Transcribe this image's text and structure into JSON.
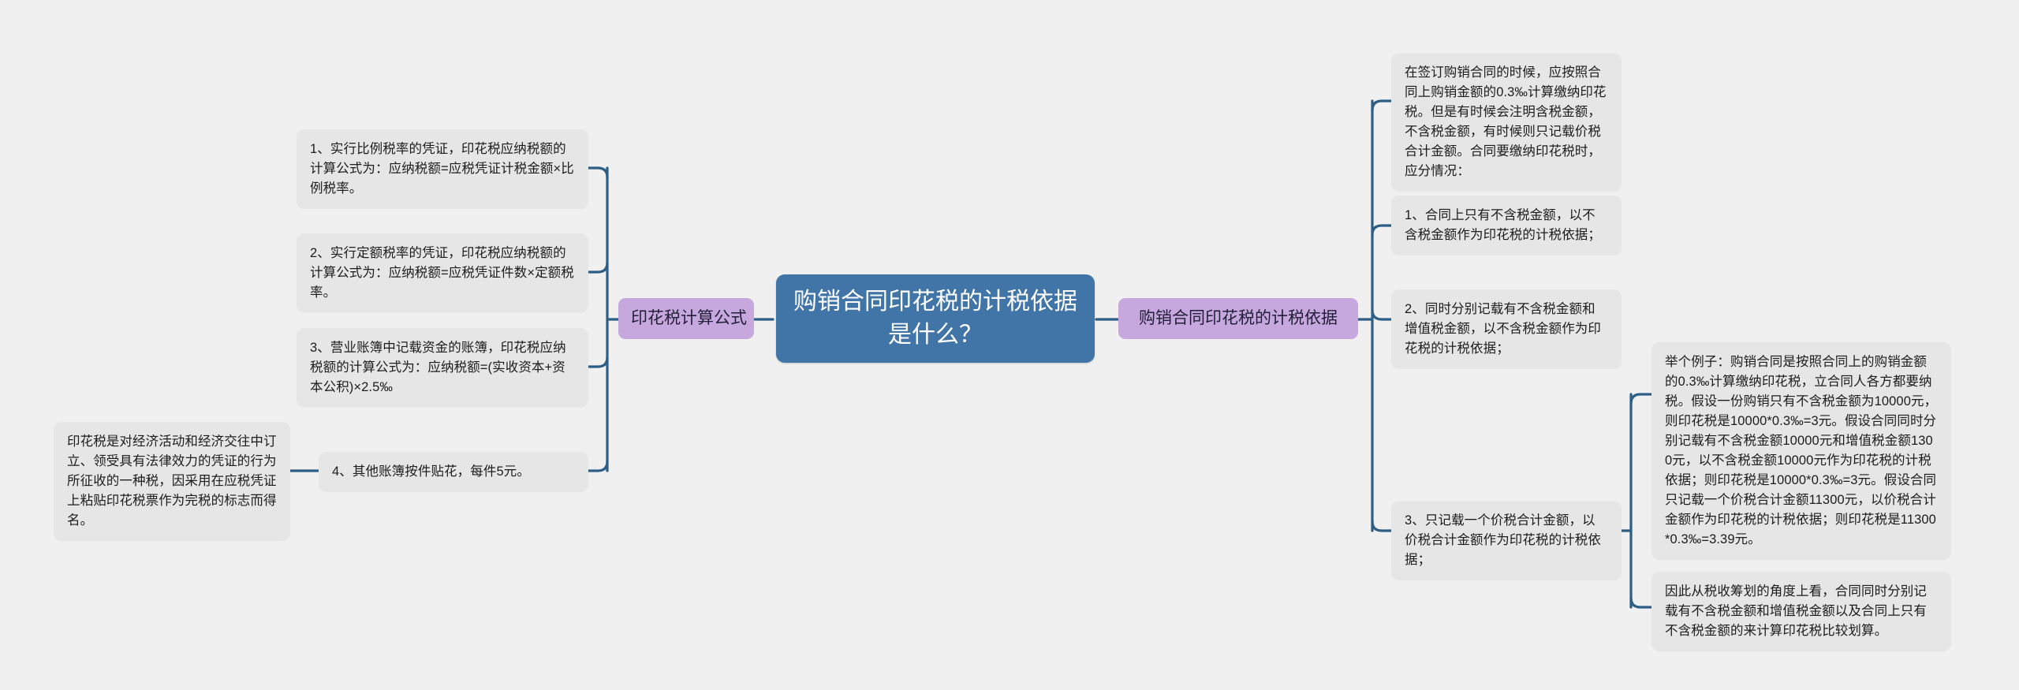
{
  "theme": {
    "background": "#f0f0f0",
    "root_fill": "#4275a7",
    "root_text": "#ffffff",
    "branch_fill": "#c6a8de",
    "branch_text": "#23203a",
    "leaf_fill": "#e6e6e6",
    "leaf_text": "#1c1c1c",
    "connector": "#2d5e86"
  },
  "root": {
    "label": "购销合同印花税的计税依据是什么？"
  },
  "branches": {
    "left": {
      "label": "印花税计算公式"
    },
    "right": {
      "label": "购销合同印花税的计税依据"
    }
  },
  "left_leaves": [
    {
      "id": "formula-1",
      "text": "1、实行比例税率的凭证，印花税应纳税额的计算公式为：应纳税额=应税凭证计税金额×比例税率。"
    },
    {
      "id": "formula-2",
      "text": "2、实行定额税率的凭证，印花税应纳税额的计算公式为：应纳税额=应税凭证件数×定额税率。"
    },
    {
      "id": "formula-3",
      "text": "3、营业账簿中记载资金的账簿，印花税应纳税额的计算公式为：应纳税额=(实收资本+资本公积)×2.5‰"
    },
    {
      "id": "formula-4",
      "text": "4、其他账簿按件贴花，每件5元。"
    }
  ],
  "left_outer_leaf": {
    "id": "stamp-tax-definition",
    "text": "印花税是对经济活动和经济交往中订立、领受具有法律效力的凭证的行为所征收的一种税，因采用在应税凭证上粘贴印花税票作为完税的标志而得名。"
  },
  "right_leaves": [
    {
      "id": "basis-intro",
      "text": "在签订购销合同的时候，应按照合同上购销金额的0.3‰计算缴纳印花税。但是有时候会注明含税金额，不含税金额，有时候则只记载价税合计金额。合同要缴纳印花税时，应分情况："
    },
    {
      "id": "basis-1",
      "text": "1、合同上只有不含税金额，以不含税金额作为印花税的计税依据；"
    },
    {
      "id": "basis-2",
      "text": "2、同时分别记载有不含税金额和增值税金额，以不含税金额作为印花税的计税依据；"
    },
    {
      "id": "basis-3",
      "text": "3、只记载一个价税合计金额，以价税合计金额作为印花税的计税依据；"
    }
  ],
  "right_outer_leaves": [
    {
      "id": "example",
      "text": "举个例子：购销合同是按照合同上的购销金额的0.3‰计算缴纳印花税，立合同人各方都要纳税。假设一份购销只有不含税金额为10000元，则印花税是10000*0.3‰=3元。假设合同同时分别记载有不含税金额10000元和增值税金额1300元，以不含税金额10000元作为印花税的计税依据；则印花税是10000*0.3‰=3元。假设合同只记载一个价税合计金额11300元，以价税合计金额作为印花税的计税依据；则印花税是11300*0.3‰=3.39元。"
    },
    {
      "id": "conclusion",
      "text": "因此从税收筹划的角度上看，合同同时分别记载有不含税金额和增值税金额以及合同上只有不含税金额的来计算印花税比较划算。"
    }
  ]
}
